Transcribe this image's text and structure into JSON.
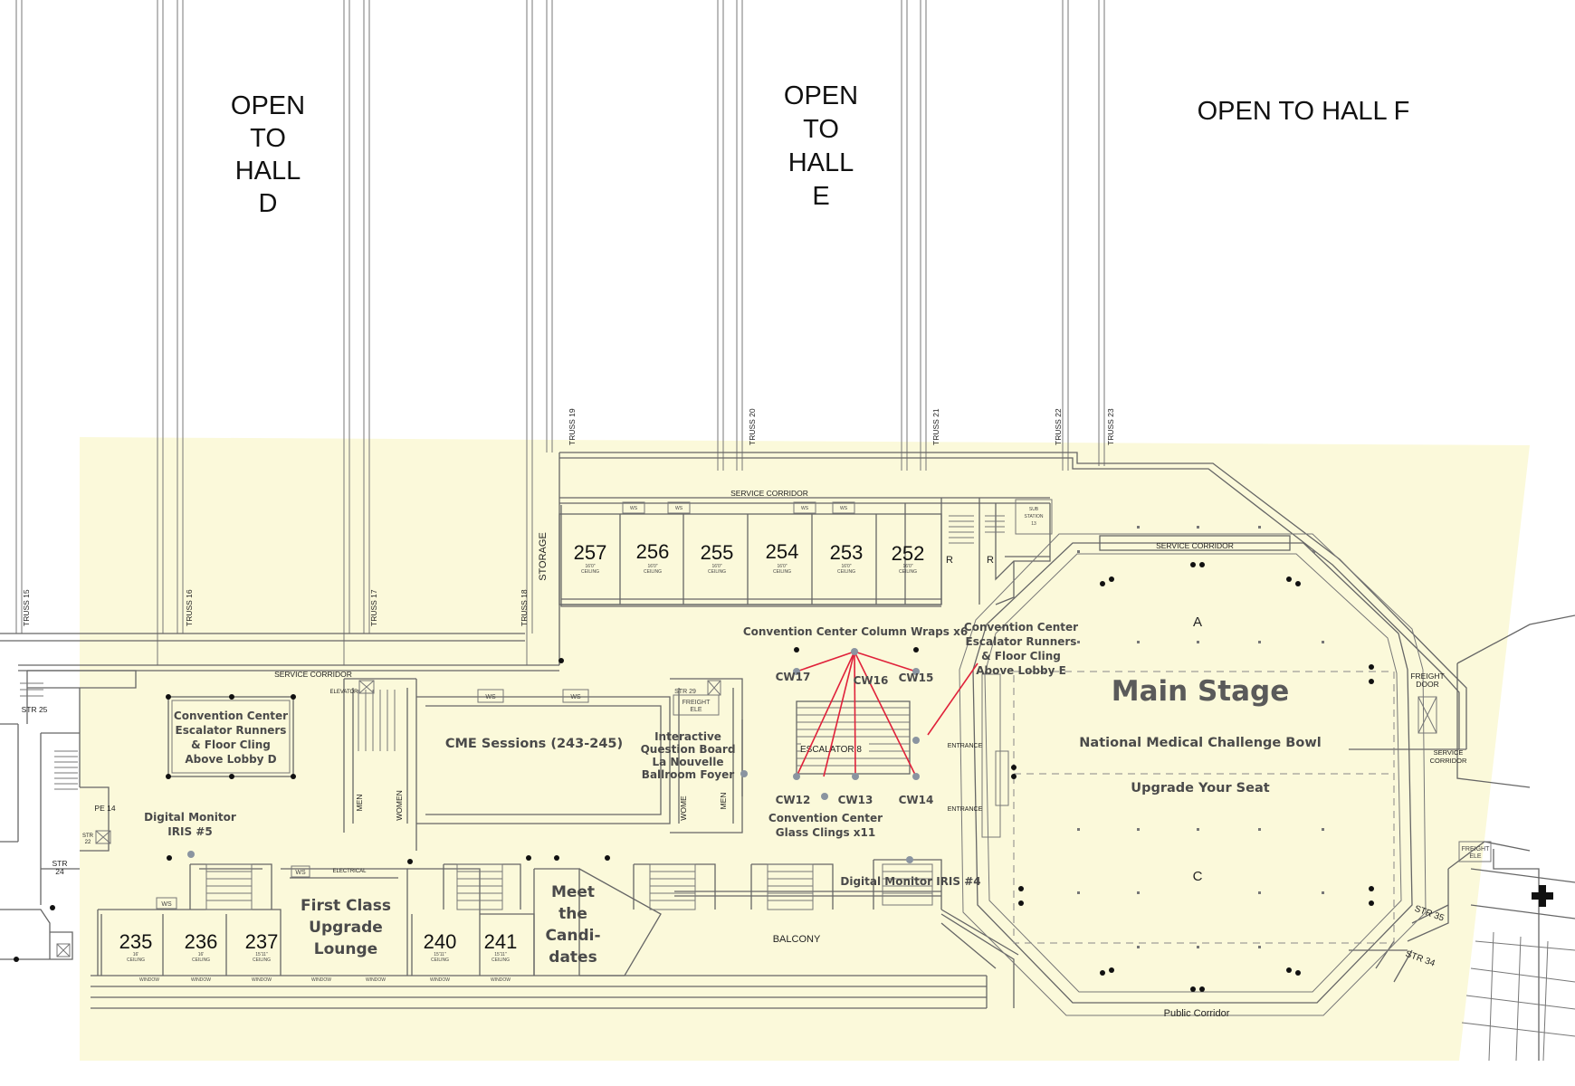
{
  "open_halls": {
    "d": [
      "OPEN",
      "TO",
      "HALL",
      "D"
    ],
    "e": [
      "OPEN",
      "TO",
      "HALL",
      "E"
    ],
    "f": "OPEN TO HALL F"
  },
  "trusses": [
    "TRUSS 15",
    "TRUSS 16",
    "TRUSS 17",
    "TRUSS 18",
    "TRUSS 19",
    "TRUSS 20",
    "TRUSS 21",
    "TRUSS 22",
    "TRUSS 23"
  ],
  "corridors": {
    "service_upper": "SERVICE CORRIDOR",
    "service_left": "SERVICE CORRIDOR",
    "service_stage": "SERVICE CORRIDOR",
    "service_right": [
      "SERVICE",
      "CORRIDOR"
    ],
    "public": "Public Corridor",
    "balcony": "BALCONY"
  },
  "upper_rooms": [
    {
      "number": "257",
      "ceiling": "16'0\""
    },
    {
      "number": "256",
      "ceiling": "16'0\""
    },
    {
      "number": "255",
      "ceiling": "16'0\""
    },
    {
      "number": "254",
      "ceiling": "16'0\""
    },
    {
      "number": "253",
      "ceiling": "16'0\""
    },
    {
      "number": "252",
      "ceiling": "16'0\""
    }
  ],
  "lower_rooms": [
    {
      "number": "235",
      "ceiling": "16'"
    },
    {
      "number": "236",
      "ceiling": "16'"
    },
    {
      "number": "237",
      "ceiling": "15'11\""
    },
    {
      "number": "240",
      "ceiling": "15'11\""
    },
    {
      "number": "241",
      "ceiling": "15'11\""
    }
  ],
  "small_labels": {
    "storage": "STORAGE",
    "sub_station": [
      "SUB",
      "STATION",
      "13"
    ],
    "r": "R",
    "elevator": "ELEVATOR",
    "men": "MEN",
    "women": "WOMEN",
    "wome": "WOME",
    "freight_ele": [
      "FREIGHT",
      "ELE"
    ],
    "freight_door": [
      "FREIGHT",
      "DOOR"
    ],
    "str_25": "STR 25",
    "str_29": "STR 29",
    "str_24": [
      "STR",
      "24"
    ],
    "str_22": [
      "STR",
      "22"
    ],
    "str_35": "STR 35",
    "str_34": "STR 34",
    "pe_14": "PE 14",
    "ws": "WS",
    "electrical": "ELECTRICAL",
    "window": "WINDOW",
    "entrance": "ENTRANCE",
    "ceiling": "CEILING",
    "escalator": "ESCALATOR 8"
  },
  "labels": {
    "cc_runners_d": [
      "Convention Center",
      "Escalator  Runners",
      "& Floor Cling",
      "Above Lobby D"
    ],
    "cc_runners_e": [
      "Convention Center",
      "Escalator Runners",
      "& Floor Cling",
      "Above Lobby E"
    ],
    "cme": "CME Sessions (243-245)",
    "interactive": [
      "Interactive",
      "Question Board",
      "La Nouvelle",
      "Ballroom Foyer"
    ],
    "column_wraps": "Convention Center Column Wraps x6",
    "glass_clings": [
      "Convention Center",
      "Glass Clings x11"
    ],
    "digital5": [
      "Digital Monitor",
      "IRIS #5"
    ],
    "digital4": "Digital Monitor IRIS #4",
    "first_class": [
      "First Class",
      "Upgrade",
      "Lounge"
    ],
    "meet": [
      "Meet",
      "the",
      "Candi-",
      "dates"
    ],
    "main_stage": "Main Stage",
    "nmcb": "National Medical Challenge Bowl",
    "upgrade": "Upgrade Your Seat",
    "zone_a": "A",
    "zone_c": "C"
  },
  "column_wraps": [
    "CW17",
    "CW16",
    "CW15",
    "CW12",
    "CW13",
    "CW14"
  ],
  "colors": {
    "highlight": "#fbf9da",
    "lines": "#666666",
    "callout": "#e0213a",
    "label_text": "#4a4a4a"
  }
}
